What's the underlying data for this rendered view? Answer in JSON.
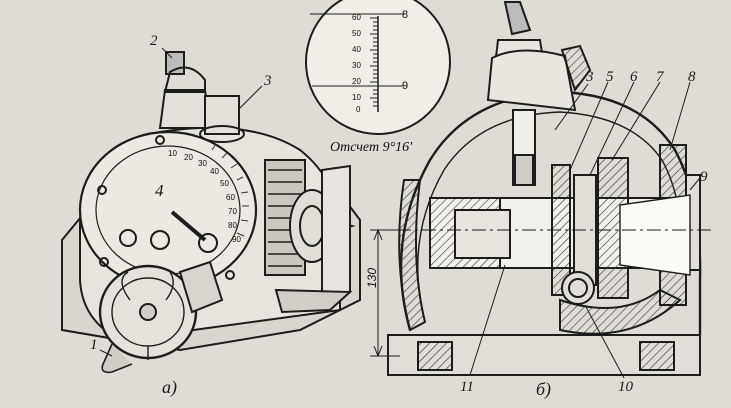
{
  "labels": {
    "l1": "1",
    "l2": "2",
    "l3a": "3",
    "l4": "4",
    "l3b": "3",
    "l5": "5",
    "l6": "6",
    "l7": "7",
    "l8": "8",
    "l9": "9",
    "l10": "10",
    "l11": "11",
    "scale_top": "8",
    "scale_mid": "9"
  },
  "captions": {
    "a": "а)",
    "b": "б)"
  },
  "reading": "Отсчет 9°16'",
  "dimension": "130",
  "scale_ticks": [
    "60",
    "50",
    "40",
    "30",
    "20",
    "10",
    "0"
  ],
  "dial_numbers": [
    "10",
    "20",
    "30",
    "40",
    "50",
    "60",
    "70",
    "80",
    "90"
  ]
}
